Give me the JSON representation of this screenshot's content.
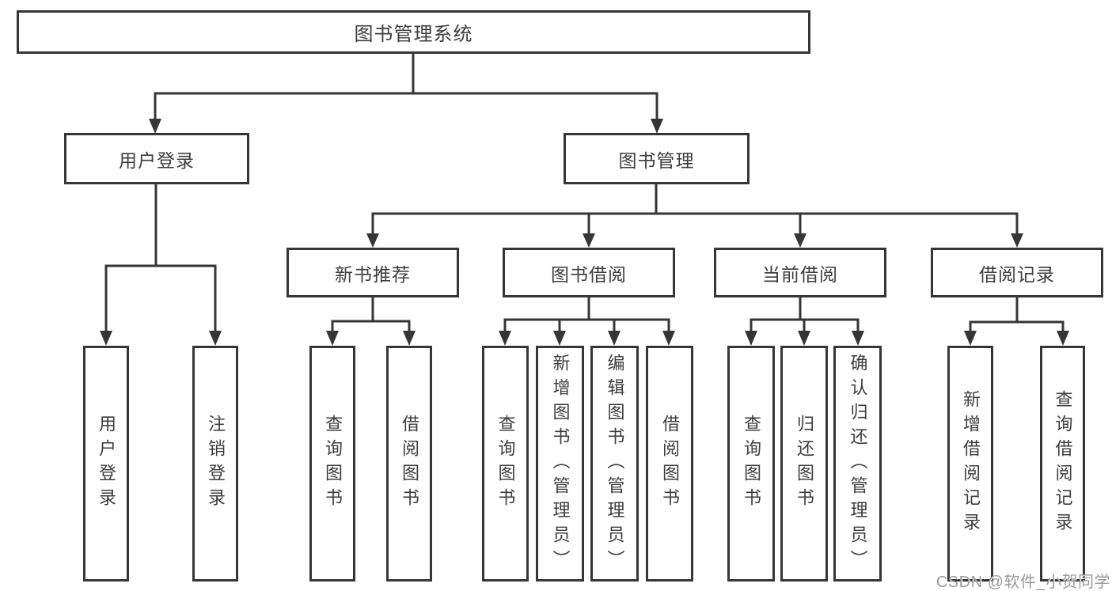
{
  "diagram": {
    "type": "hierarchy-tree",
    "tree": {
      "root": "图书管理系统",
      "children": [
        {
          "label": "用户登录",
          "leaves": [
            "用户登录",
            "注销登录"
          ]
        },
        {
          "label": "图书管理",
          "children": [
            {
              "label": "新书推荐",
              "leaves": [
                "查询图书",
                "借阅图书"
              ]
            },
            {
              "label": "图书借阅",
              "leaves": [
                "查询图书",
                "新增图书（管理员）",
                "编辑图书（管理员）",
                "借阅图书"
              ]
            },
            {
              "label": "当前借阅",
              "leaves": [
                "查询图书",
                "归还图书",
                "确认归还（管理员）"
              ]
            },
            {
              "label": "借阅记录",
              "leaves": [
                "新增借阅记录",
                "查询借阅记录"
              ]
            }
          ]
        }
      ]
    },
    "colors": {
      "line": "#363636",
      "box_border": "#363636",
      "box_fill": "#ffffff",
      "text": "#3d3d3d",
      "watermark": "#9b9b9b"
    }
  },
  "watermark": {
    "text": "CSDN @软件_小贺同学"
  }
}
